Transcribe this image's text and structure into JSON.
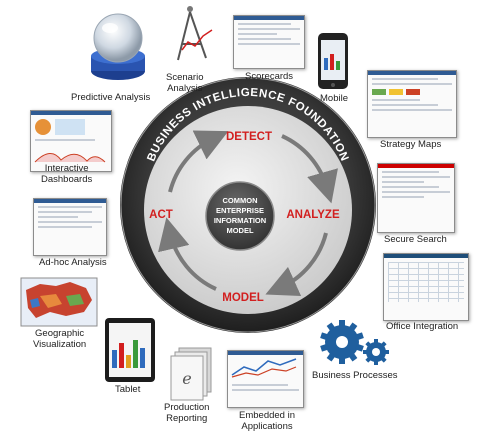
{
  "ring": {
    "title": "BUSINESS INTELLIGENCE FOUNDATION",
    "stages": {
      "detect": "DETECT",
      "analyze": "ANALYZE",
      "model": "MODEL",
      "act": "ACT"
    },
    "center": [
      "COMMON",
      "ENTERPRISE",
      "INFORMATION",
      "MODEL"
    ]
  },
  "capabilities": {
    "predictive_analysis": [
      "Predictive Analysis"
    ],
    "scenario_analysis": [
      "Scenario",
      "Analysis"
    ],
    "scorecards": [
      "Scorecards"
    ],
    "mobile": [
      "Mobile"
    ],
    "strategy_maps": [
      "Strategy Maps"
    ],
    "interactive_dashboards": [
      "Interactive",
      "Dashboards"
    ],
    "secure_search": [
      "Secure Search"
    ],
    "adhoc_analysis": [
      "Ad-hoc Analysis"
    ],
    "office_integration": [
      "Office Integration"
    ],
    "geographic_visualization": [
      "Geographic",
      "Visualization"
    ],
    "business_processes": [
      "Business Processes"
    ],
    "tablet": [
      "Tablet"
    ],
    "production_reporting": [
      "Production",
      "Reporting"
    ],
    "embedded_applications": [
      "Embedded in",
      "Applications"
    ]
  },
  "colors": {
    "ring_dark": "#3a3a3a",
    "ring_light": "#d9d9d9",
    "stage_red": "#d21f1f",
    "arrow_gray": "#7a7a7a",
    "gear_blue": "#1f5f9e"
  }
}
